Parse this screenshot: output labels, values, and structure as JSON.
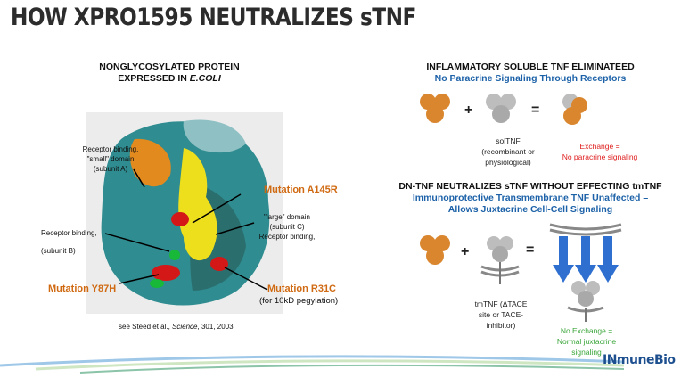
{
  "slide": {
    "title": "HOW XPRO1595 NEUTRALIZES sTNF",
    "left": {
      "heading_line1": "NONGLYCOSYLATED PROTEIN",
      "heading_line2": "EXPRESSED IN",
      "heading_ecoli": "E.COLI",
      "label_small_domain": [
        "Receptor binding,",
        "\"small\" domain",
        "(subunit A)"
      ],
      "label_subunit_b": [
        "Receptor binding,",
        "(subunit B)"
      ],
      "label_large_domain": [
        "\"large\" domain",
        "(subunit C)",
        "Receptor binding,"
      ],
      "mutation_a145r": "Mutation A145R",
      "mutation_y87h": "Mutation Y87H",
      "mutation_r31c": "Mutation R31C",
      "r31c_note": "(for 10kD pegylation)",
      "citation_pre": "see Steed et al., ",
      "citation_journal": "Science",
      "citation_post": ", 301, 2003"
    },
    "right_top": {
      "heading": "INFLAMMATORY SOLUBLE TNF ELIMINATEED",
      "subheading": "No Paracrine Signaling Through Receptors",
      "plus": "+",
      "equals": "=",
      "soltnf_label": [
        "solTNF",
        "(recombinant or",
        "physiological)"
      ],
      "result_label": [
        "Exchange =",
        "No paracrine signaling"
      ]
    },
    "right_bottom": {
      "heading": "DN-TNF NEUTRALIZES sTNF WITHOUT EFFECTING tmTNF",
      "subheading_line1": "Immunoprotective Transmembrane TNF Unaffected –",
      "subheading_line2": "Allows Juxtacrine Cell-Cell Signaling",
      "plus": "+",
      "equals": "=",
      "tmtnf_label": [
        "tmTNF (ΔTACE",
        "site or TACE-",
        "inhibitor)"
      ],
      "result_label": [
        "No Exchange =",
        "Normal juxtacrine",
        "signaling"
      ]
    },
    "logo": {
      "text": "INmuneBio"
    },
    "colors": {
      "orange": "#d9862e",
      "blue": "#1d62a8",
      "red": "#e02020",
      "green": "#3aa63a",
      "teal": "#2f8c90"
    }
  }
}
